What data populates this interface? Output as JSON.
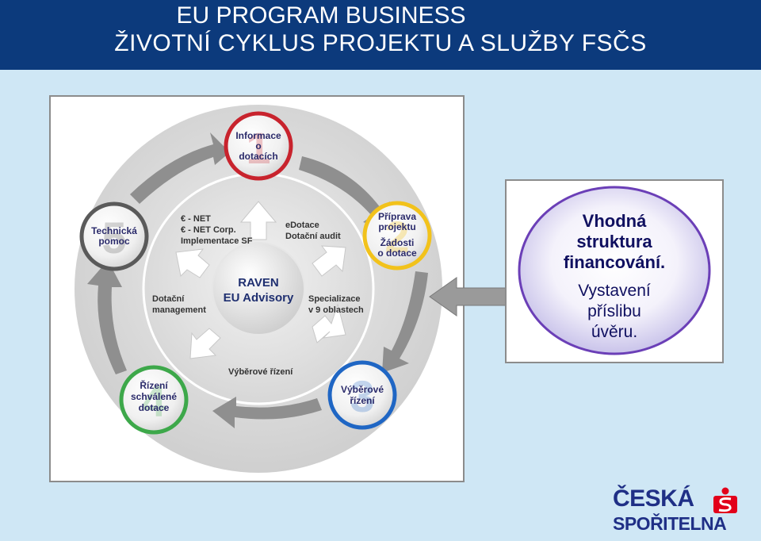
{
  "header": {
    "line1": "EU PROGRAM BUSINESS",
    "line2": "ŽIVOTNÍ CYKLUS PROJEKTU A SLUŽBY FSČS"
  },
  "diagram": {
    "center_lines": [
      "RAVEN",
      "EU Advisory"
    ],
    "stages": [
      {
        "number": "1",
        "lines": [
          "Informace",
          "o",
          "dotacích"
        ],
        "color": "#c8232d"
      },
      {
        "number": "2",
        "lines": [
          "Příprava",
          "projektu",
          "Žádosti",
          "o dotace"
        ],
        "color": "#f2c21b"
      },
      {
        "number": "3",
        "lines": [
          "Výběrové",
          "řízení"
        ],
        "color": "#1f66c4"
      },
      {
        "number": "4",
        "lines": [
          "Řízení",
          "schválené",
          "dotace"
        ],
        "color": "#3da84a"
      },
      {
        "number": "5",
        "lines": [
          "Technická",
          "pomoc"
        ],
        "color": "#5a5a5a"
      }
    ],
    "inner_labels": {
      "net": [
        "€ - NET",
        "€ - NET Corp.",
        "Implementace SF"
      ],
      "edotace": [
        "eDotace",
        "Dotační audit"
      ],
      "specializace": [
        "Specializace",
        "v 9 oblastech"
      ],
      "vyberove": [
        "Výběrové řízení"
      ],
      "management": [
        "Dotační",
        "management"
      ]
    }
  },
  "side_box": {
    "line1": "Vhodná",
    "line2": "struktura",
    "line3": "financování.",
    "line4": "Vystavení",
    "line5": "příslibu",
    "line6": "úvěru."
  },
  "logo": {
    "word1": "ČESKÁ",
    "word2": "SPOŘITELNA",
    "brand_red": "#e2001a",
    "brand_blue": "#1f2f86"
  }
}
